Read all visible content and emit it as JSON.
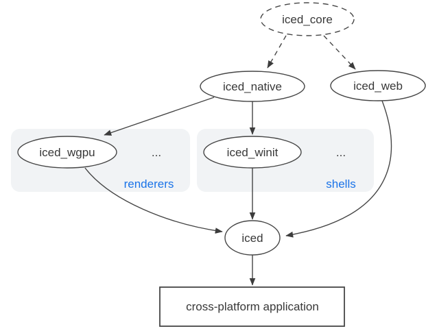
{
  "colors": {
    "background": "#ffffff",
    "edge_stroke": "#454545",
    "node_text": "#383838",
    "group_fill": "#f1f3f5",
    "group_label_blue": "#1a73e8"
  },
  "nodes": {
    "iced_core": {
      "label": "iced_core",
      "shape": "ellipse",
      "border": "dashed"
    },
    "iced_native": {
      "label": "iced_native",
      "shape": "ellipse",
      "border": "solid"
    },
    "iced_web": {
      "label": "iced_web",
      "shape": "ellipse",
      "border": "solid"
    },
    "iced_wgpu": {
      "label": "iced_wgpu",
      "shape": "ellipse",
      "border": "solid",
      "group": "renderers"
    },
    "iced_winit": {
      "label": "iced_winit",
      "shape": "ellipse",
      "border": "solid",
      "group": "shells"
    },
    "iced": {
      "label": "iced",
      "shape": "ellipse",
      "border": "solid"
    },
    "application": {
      "label": "cross-platform application",
      "shape": "rectangle",
      "border": "solid"
    }
  },
  "groups": {
    "renderers": {
      "label": "renderers",
      "ellipsis": "..."
    },
    "shells": {
      "label": "shells",
      "ellipsis": "..."
    }
  },
  "edges": [
    {
      "from": "iced_core",
      "to": "iced_native",
      "style": "dashed"
    },
    {
      "from": "iced_core",
      "to": "iced_web",
      "style": "dashed"
    },
    {
      "from": "iced_native",
      "to": "iced_wgpu",
      "style": "solid"
    },
    {
      "from": "iced_native",
      "to": "iced_winit",
      "style": "solid"
    },
    {
      "from": "iced_wgpu",
      "to": "iced",
      "style": "solid"
    },
    {
      "from": "iced_winit",
      "to": "iced",
      "style": "solid"
    },
    {
      "from": "iced_web",
      "to": "iced",
      "style": "solid"
    },
    {
      "from": "iced",
      "to": "application",
      "style": "solid"
    }
  ]
}
